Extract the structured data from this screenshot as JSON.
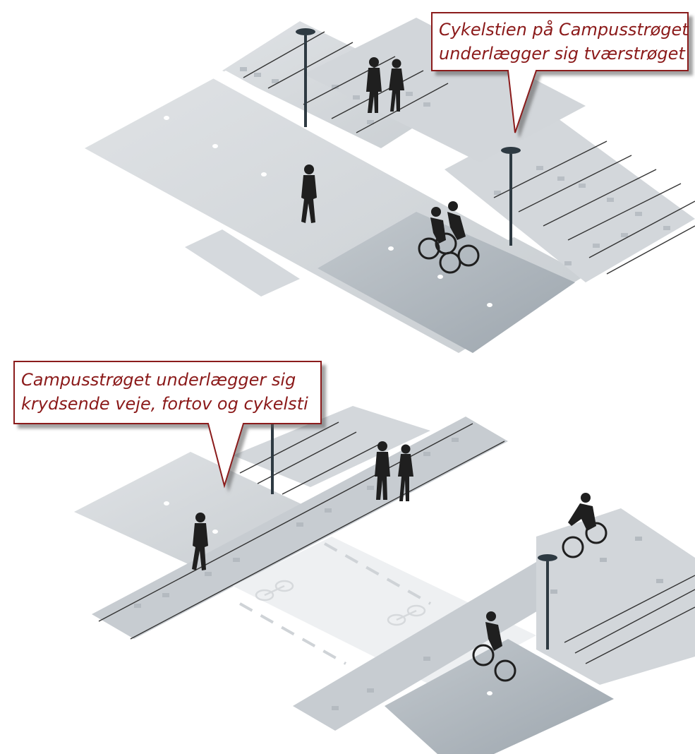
{
  "callouts": {
    "top": {
      "line1": "Cykelstien på Campusstrøget",
      "line2": "underlægger sig tværstrøget"
    },
    "bottom": {
      "line1": "Campusstrøget underlægger sig",
      "line2": "krydsende veje, fortov og cykelsti"
    }
  },
  "colors": {
    "callout_text": "#8b1a1a",
    "callout_border": "#8b1a1a",
    "pavement_light": "#d9dcdf",
    "pavement_mid": "#c4c9ce",
    "road": "#aab2b9",
    "figure": "#1f1f1f",
    "lamp": "#2e3a42"
  },
  "icons": [
    "bicycle-marking-icon",
    "pedestrian-figure",
    "cyclist-figure",
    "street-lamp"
  ]
}
